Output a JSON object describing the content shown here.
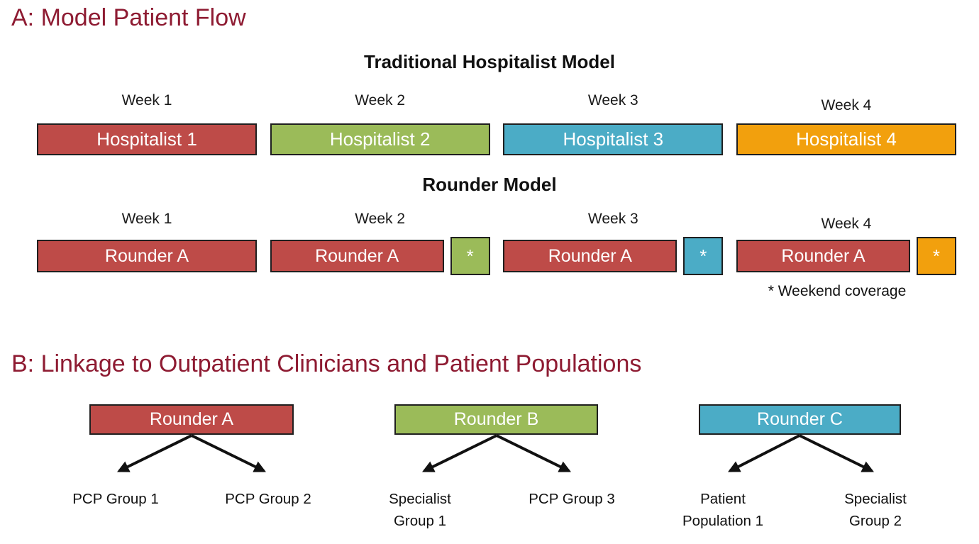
{
  "colors": {
    "section_title": "#8E1B32",
    "red": "#BE4B48",
    "green": "#9BBB59",
    "blue": "#4BACC6",
    "orange": "#F2A00D",
    "box_text": "#FFFFFF",
    "body_text": "#111111"
  },
  "panel_a": {
    "title": "A: Model Patient Flow",
    "traditional": {
      "heading": "Traditional Hospitalist Model",
      "weeks": [
        "Week 1",
        "Week 2",
        "Week 3",
        "Week 4"
      ],
      "boxes": [
        {
          "label": "Hospitalist 1",
          "color": "red"
        },
        {
          "label": "Hospitalist 2",
          "color": "green"
        },
        {
          "label": "Hospitalist 3",
          "color": "blue"
        },
        {
          "label": "Hospitalist 4",
          "color": "orange"
        }
      ]
    },
    "rounder": {
      "heading": "Rounder Model",
      "weeks": [
        "Week 1",
        "Week 2",
        "Week 3",
        "Week 4"
      ],
      "boxes": [
        {
          "label": "Rounder A",
          "badge": null
        },
        {
          "label": "Rounder A",
          "badge": "*",
          "badge_color": "green"
        },
        {
          "label": "Rounder A",
          "badge": "*",
          "badge_color": "blue"
        },
        {
          "label": "Rounder A",
          "badge": "*",
          "badge_color": "orange"
        }
      ],
      "footnote": "* Weekend coverage"
    }
  },
  "panel_b": {
    "title": "B: Linkage to Outpatient Clinicians and Patient Populations",
    "groups": [
      {
        "label": "Rounder A",
        "color": "red",
        "targets": [
          "PCP Group 1",
          "PCP Group 2"
        ]
      },
      {
        "label": "Rounder B",
        "color": "green",
        "targets": [
          "Specialist Group 1",
          "PCP Group 3"
        ]
      },
      {
        "label": "Rounder C",
        "color": "blue",
        "targets": [
          "Patient Population 1",
          "Specialist Group 2"
        ]
      }
    ]
  }
}
